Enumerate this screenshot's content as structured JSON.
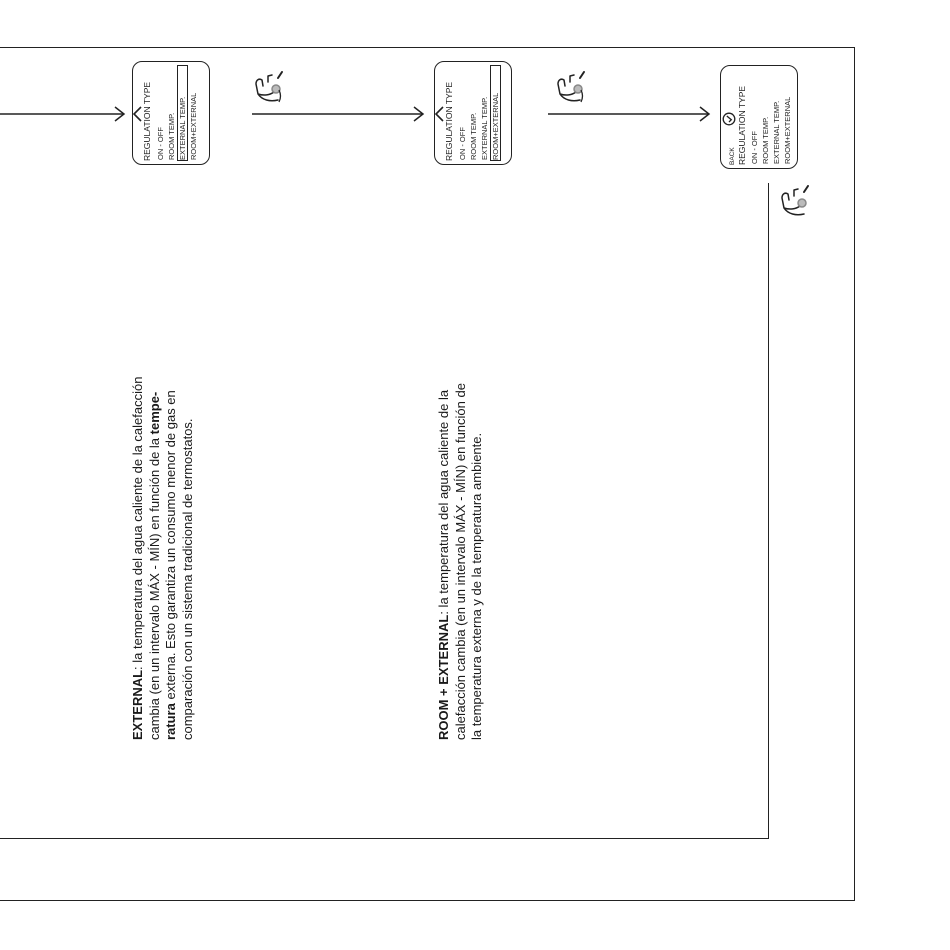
{
  "descriptions": {
    "external": {
      "term": "EXTERNAL",
      "lines": [
        {
          "a": "",
          "b": "",
          "c": ": la temperatura del agua caliente de la calefacción"
        },
        {
          "a": "cambia (en un intervalo MÁX - MÍN) en función de la ",
          "b": "tempe-",
          "c": ""
        },
        {
          "a": "",
          "b": "ratura",
          "c": " externa. Esto garantiza un consumo menor de gas en"
        },
        {
          "a": "comparación con un sistema tradicional de termostatos.",
          "b": "",
          "c": ""
        }
      ]
    },
    "room_external": {
      "term": "ROOM + EXTERNAL",
      "lines": [
        {
          "a": "",
          "b": "",
          "c": ": la temperatura del agua caliente de la"
        },
        {
          "a": "calefacción cambia (en un intervalo MÁX - MÍN) en función de",
          "b": "",
          "c": ""
        },
        {
          "a": "la temperatura externa y de la temperatura ambiente.",
          "b": "",
          "c": ""
        }
      ]
    }
  },
  "displays": [
    {
      "title": "REGULATION TYPE",
      "options": [
        "ON - OFF",
        "ROOM TEMP.",
        "EXTERNAL TEMP.",
        "ROOM+EXTERNAL"
      ],
      "selected_index": 2,
      "marker": "chevron-up-icon"
    },
    {
      "title": "REGULATION TYPE",
      "options": [
        "ON - OFF",
        "ROOM TEMP.",
        "EXTERNAL TEMP.",
        "ROOM+EXTERNAL"
      ],
      "selected_index": 3,
      "marker": "chevron-up-icon"
    },
    {
      "title": "REGULATION TYPE",
      "back_label": "BACK",
      "options": [
        "ON - OFF",
        "ROOM TEMP.",
        "EXTERNAL TEMP.",
        "ROOM+EXTERNAL"
      ],
      "selected_index": -1,
      "marker": "check-circle-icon"
    }
  ],
  "gestures": [
    "rotate-knob-hand-icon",
    "rotate-knob-hand-icon",
    "press-knob-hand-icon"
  ]
}
